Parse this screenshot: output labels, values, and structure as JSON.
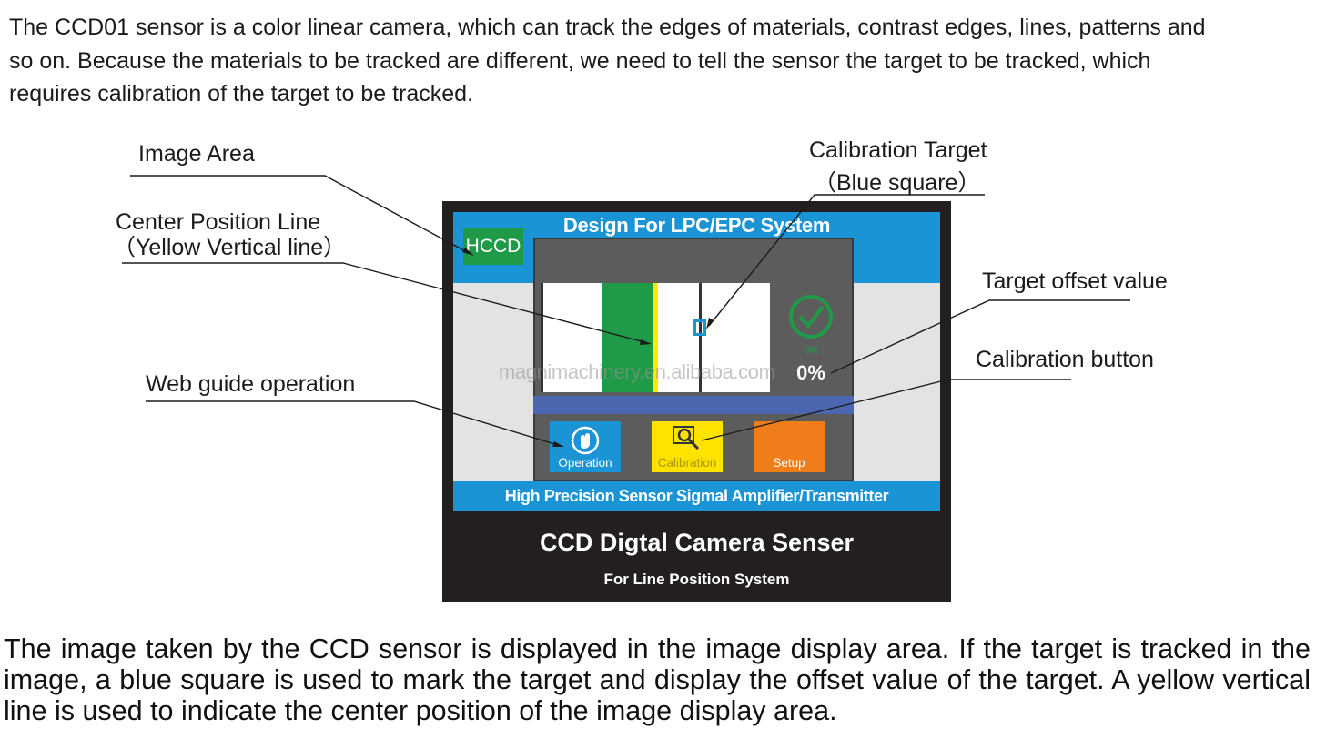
{
  "intro_text": "The CCD01 sensor is a color linear camera, which can track the edges of materials, contrast edges, lines, patterns and so on. Because the materials to be tracked are different, we need to tell the sensor the target to be tracked, which requires calibration of the target to be tracked.",
  "callouts": {
    "image_area": "Image Area",
    "center_line": "Center Position Line",
    "center_line_sub": "（Yellow Vertical line）",
    "web_guide": "Web guide operation",
    "calibration_target": "Calibration Target",
    "calibration_target_sub": "（Blue square）",
    "target_offset": "Target offset value",
    "calibration_button": "Calibration button"
  },
  "screen": {
    "title": "Design For LPC/EPC System",
    "logo": "HCCD",
    "status_ok": "OK",
    "offset_value": "0%",
    "footer": "High Precision Sensor Sigmal Amplifier/Transmitter",
    "buttons": {
      "operation": "Operation",
      "calibration": "Calibration",
      "setup": "Setup"
    }
  },
  "device": {
    "title": "CCD Digtal Camera Senser",
    "subtitle": "For Line Position System"
  },
  "watermark": "magnimachinery.en.alibaba.com",
  "outro_text": "The image taken by the CCD sensor is displayed in the image display area. If the target is tracked in the image, a blue square is used to mark the target and display the offset value of the target. A yellow vertical line is used to indicate the center position of the image display area.",
  "colors": {
    "screen_blue": "#1b94d6",
    "green": "#1f9a47",
    "yellow": "#ffea00",
    "orange": "#ef7e1a",
    "device_bg": "#231f20"
  },
  "icons": [
    "check-circle-icon",
    "hand-pointer-icon",
    "magnifier-icon"
  ]
}
